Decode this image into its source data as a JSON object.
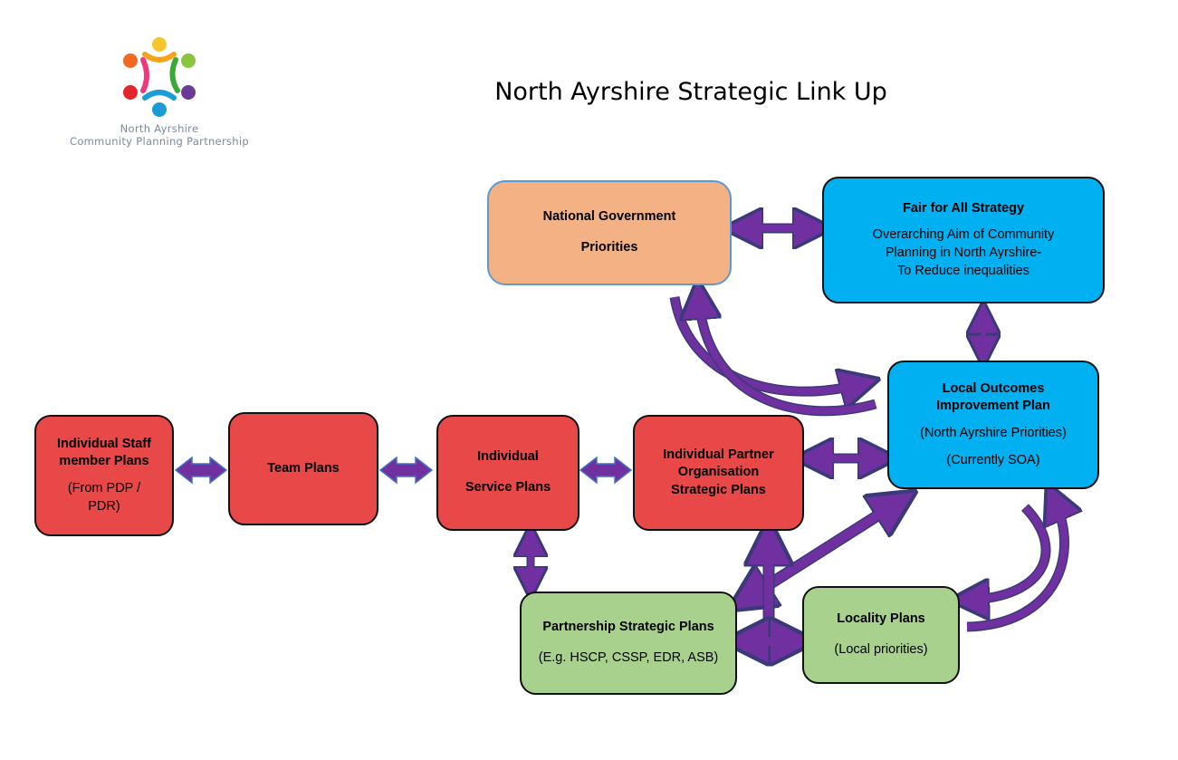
{
  "title": "North Ayrshire Strategic Link Up",
  "logo": {
    "line1": "North Ayrshire",
    "line2": "Community Planning Partnership",
    "dot_colors": [
      "#f7c52b",
      "#8bc53f",
      "#3aa935",
      "#6a3b97",
      "#1c9bd7",
      "#e3262e",
      "#f26a21",
      "#ee3a7c"
    ]
  },
  "boxes": {
    "national": {
      "line1": "National Government",
      "line2": "Priorities"
    },
    "fair": {
      "title": "Fair for All Strategy",
      "line1": "Overarching Aim of Community",
      "line2": "Planning in North Ayrshire-",
      "line3": "To Reduce inequalities"
    },
    "loip": {
      "line1": "Local Outcomes",
      "line2": "Improvement Plan",
      "line3": "(North Ayrshire Priorities)",
      "line4": "(Currently SOA)"
    },
    "staff": {
      "line1": "Individual Staff",
      "line2": "member Plans",
      "line3": "(From PDP /",
      "line4": "PDR)"
    },
    "team": {
      "line1": "Team Plans"
    },
    "service": {
      "line1": "Individual",
      "line2": "Service Plans"
    },
    "partner": {
      "line1": "Individual Partner",
      "line2": "Organisation",
      "line3": "Strategic Plans"
    },
    "partnership": {
      "line1": "Partnership Strategic Plans",
      "line2": "(E.g. HSCP, CSSP, EDR, ASB)"
    },
    "locality": {
      "line1": "Locality Plans",
      "line2": "(Local priorities)"
    }
  },
  "colors": {
    "red_box": "#e84848",
    "green_box": "#a9d18e",
    "blue_box": "#00b0f0",
    "orange_box": "#f4b183",
    "arrow_purple": "#7030a0",
    "block_arrow_outline": "#4472c4"
  }
}
